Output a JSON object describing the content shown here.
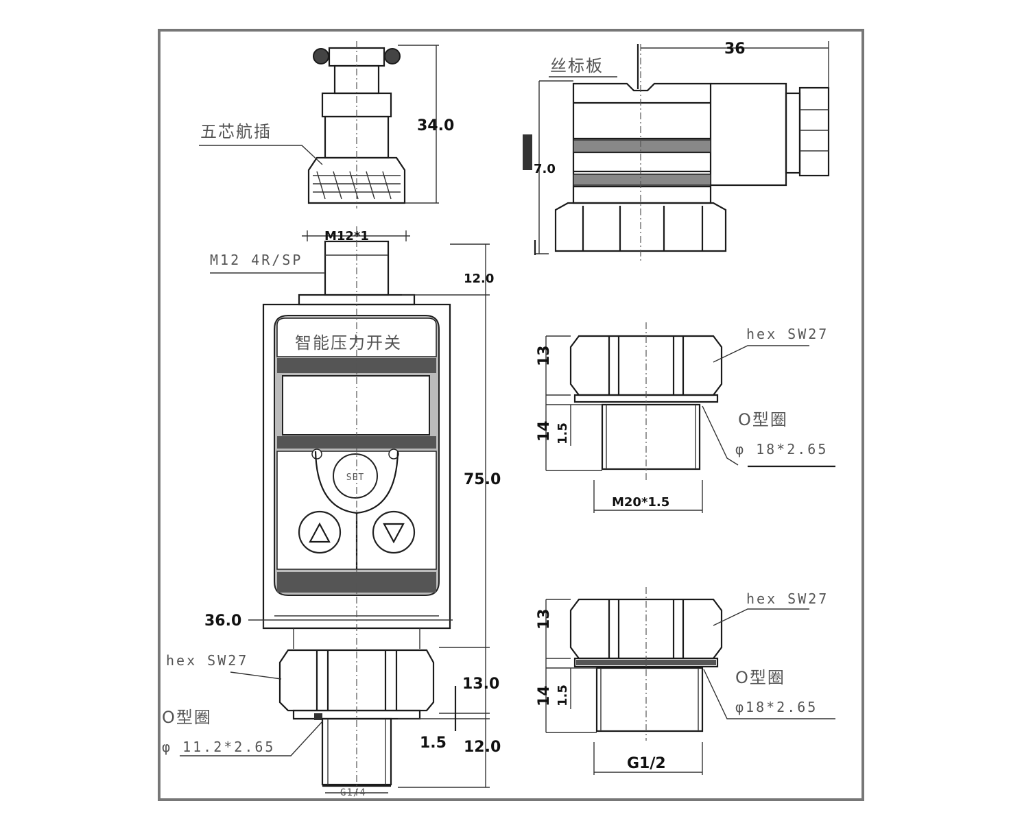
{
  "labels": {
    "top_connector_cn": "五芯航插",
    "top_right_cn": "丝标板",
    "thread_m12": "M12 4R/SP",
    "panel_title": "智能压力开关",
    "set_button": "SET",
    "hex_top_right": "hex SW27",
    "hex_bottom_right": "hex SW27",
    "hex_left": "hex SW27",
    "oring_right_top": "O型圈",
    "oring_right_top_size": "φ 18*2.65",
    "oring_right_bottom": "O型圈",
    "oring_right_bottom_size": "φ18*2.65",
    "oring_left": "O型圈",
    "oring_left_size": "φ 11.2*2.65"
  },
  "dimensions": {
    "top_height": "34.0",
    "top_right_width": "36",
    "top_right_small": "7.0",
    "m12_width": "M12*1",
    "neck": "12.0",
    "body_height": "75.0",
    "body_width": "36.0",
    "hex_height_left": "13.0",
    "gap_left": "1.5",
    "thread_len_left": "12.0",
    "thread_dia_left": "G1/4",
    "right_top_hex_h": "13",
    "right_top_thread": "14",
    "right_top_gap": "1.5",
    "right_top_dia": "M20*1.5",
    "right_bottom_hex_h": "13",
    "right_bottom_thread": "14",
    "right_bottom_gap": "1.5",
    "right_bottom_dia": "G1/2"
  }
}
